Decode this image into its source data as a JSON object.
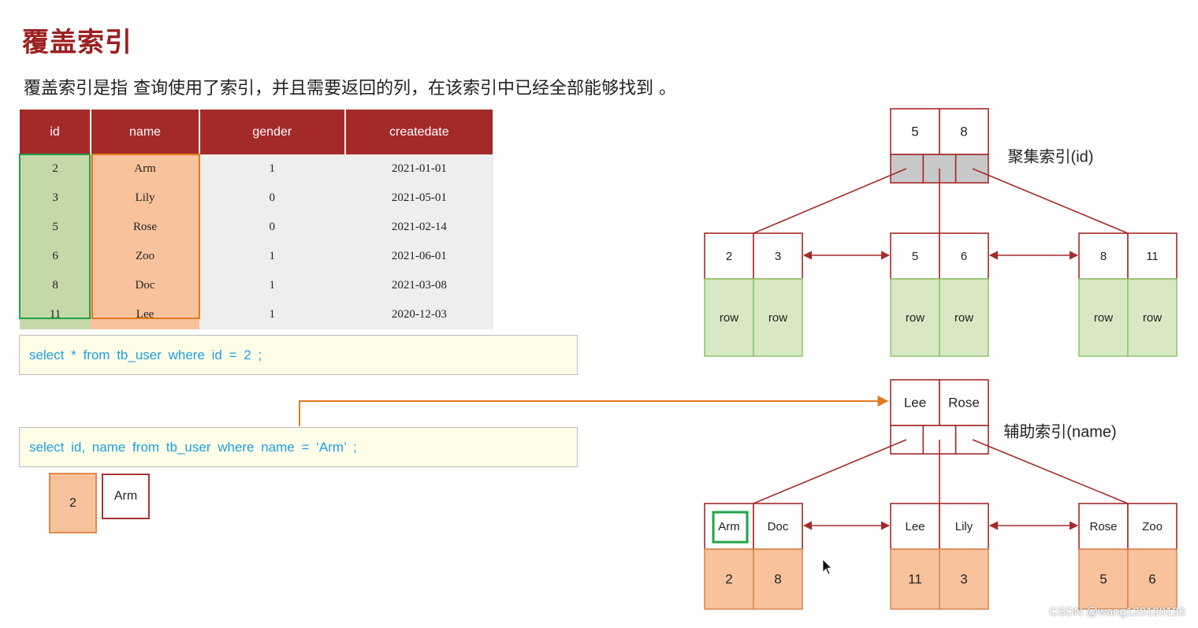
{
  "title": "覆盖索引",
  "subtitle": "覆盖索引是指 查询使用了索引，并且需要返回的列，在该索引中已经全部能够找到 。",
  "table": {
    "headers": [
      "id",
      "name",
      "gender",
      "createdate"
    ],
    "rows": [
      [
        "2",
        "Arm",
        "1",
        "2021-01-01"
      ],
      [
        "3",
        "Lily",
        "0",
        "2021-05-01"
      ],
      [
        "5",
        "Rose",
        "0",
        "2021-02-14"
      ],
      [
        "6",
        "Zoo",
        "1",
        "2021-06-01"
      ],
      [
        "8",
        "Doc",
        "1",
        "2021-03-08"
      ],
      [
        "11",
        "Lee",
        "1",
        "2020-12-03"
      ]
    ]
  },
  "sql": {
    "query1": "select  *  from  tb_user  where  id  =  2 ;",
    "query2": "select  id, name  from  tb_user  where  name = ‘Arm’ ;"
  },
  "result": {
    "id": "2",
    "name": "Arm"
  },
  "clustered_index": {
    "label": "聚集索引(id)",
    "root": [
      "5",
      "8"
    ],
    "leaves": [
      {
        "keys": [
          "2",
          "3"
        ],
        "values": [
          "row",
          "row"
        ]
      },
      {
        "keys": [
          "5",
          "6"
        ],
        "values": [
          "row",
          "row"
        ]
      },
      {
        "keys": [
          "8",
          "11"
        ],
        "values": [
          "row",
          "row"
        ]
      }
    ]
  },
  "secondary_index": {
    "label": "辅助索引(name)",
    "root": [
      "Lee",
      "Rose"
    ],
    "leaves": [
      {
        "keys": [
          "Arm",
          "Doc"
        ],
        "values": [
          "2",
          "8"
        ]
      },
      {
        "keys": [
          "Lee",
          "Lily"
        ],
        "values": [
          "11",
          "3"
        ]
      },
      {
        "keys": [
          "Rose",
          "Zoo"
        ],
        "values": [
          "5",
          "6"
        ]
      }
    ]
  },
  "watermark": "CSDN @wang120120120",
  "colors": {
    "accent": "#a42a2a",
    "id_highlight": "#1fa34a",
    "name_highlight": "#e07b1f",
    "sql_text": "#1f9fe0",
    "row_fill": "#d9e8c4",
    "value_fill": "#f7c29c"
  }
}
